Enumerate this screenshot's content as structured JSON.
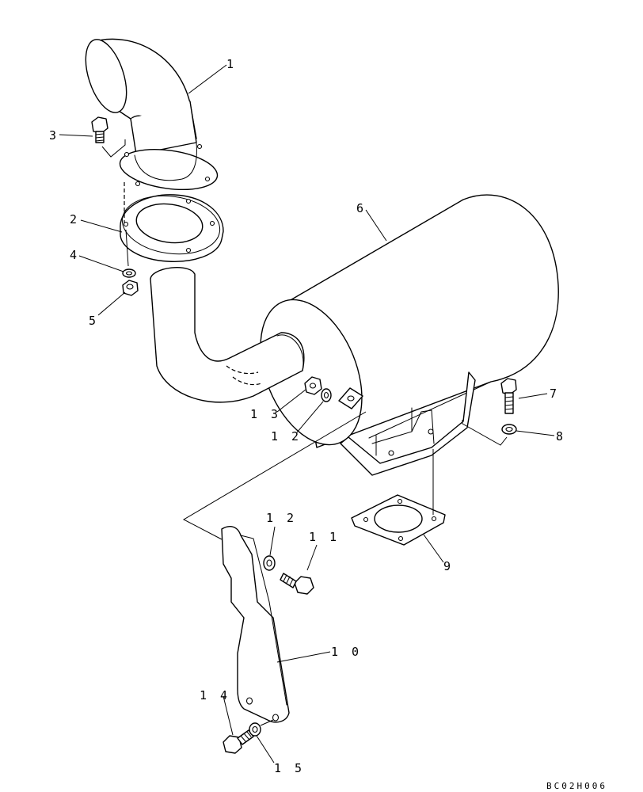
{
  "callouts": {
    "c1": "1",
    "c2": "2",
    "c3": "3",
    "c4": "4",
    "c5": "5",
    "c6": "6",
    "c7": "7",
    "c8": "8",
    "c9": "9",
    "c10": "1 0",
    "c11": "1 1",
    "c12a": "1 2",
    "c12b": "1 2",
    "c13": "1 3",
    "c14": "1 4",
    "c15": "1 5"
  },
  "drawing_code": "BC02H006"
}
